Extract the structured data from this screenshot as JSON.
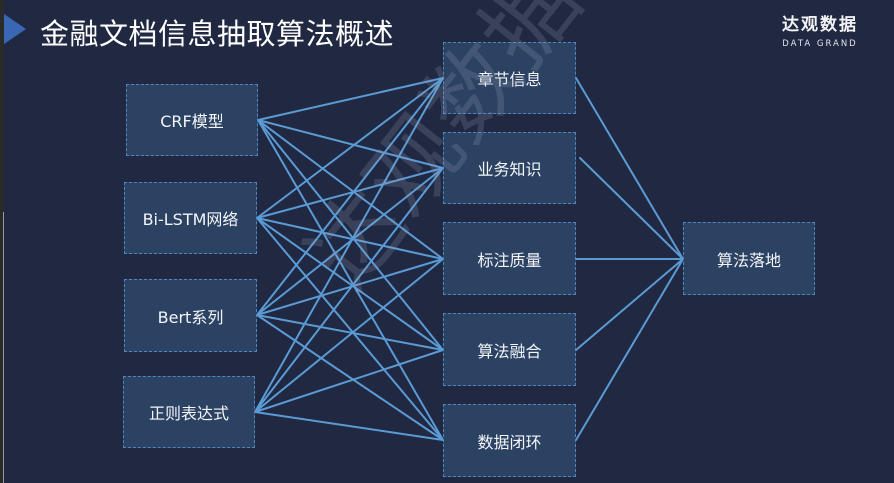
{
  "slide": {
    "title": "金融文档信息抽取算法概述",
    "logo": {
      "cn": "达观数据",
      "en": "DATA GRAND"
    },
    "watermark": "达观数据"
  },
  "colors": {
    "background": "#212841",
    "node_fill": "#2c4262",
    "node_border": "#4f86c0",
    "link": "#5b9bd5",
    "title_marker": "#3a67b3"
  },
  "diagram": {
    "methods": [
      {
        "id": "crf",
        "label": "CRF模型"
      },
      {
        "id": "bilstm",
        "label": "Bi-LSTM网络"
      },
      {
        "id": "bert",
        "label": "Bert系列"
      },
      {
        "id": "regex",
        "label": "正则表达式"
      }
    ],
    "factors": [
      {
        "id": "chapter",
        "label": "章节信息"
      },
      {
        "id": "business",
        "label": "业务知识"
      },
      {
        "id": "annotation",
        "label": "标注质量"
      },
      {
        "id": "fusion",
        "label": "算法融合"
      },
      {
        "id": "closedloop",
        "label": "数据闭环"
      }
    ],
    "outcome": {
      "id": "deploy",
      "label": "算法落地"
    },
    "edges_note": "every method connects to every factor; every factor connects to outcome"
  }
}
